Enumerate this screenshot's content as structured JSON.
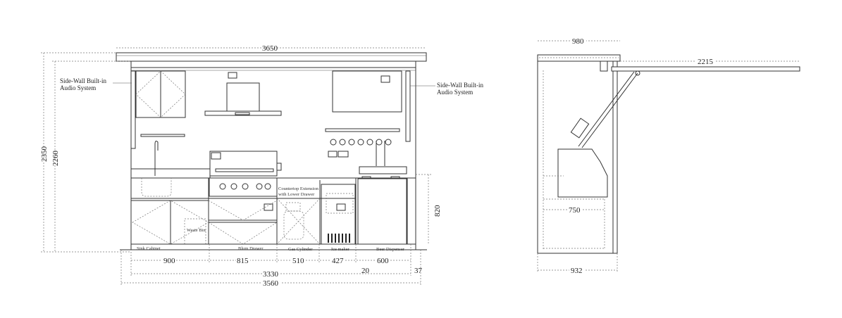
{
  "front_view": {
    "dimensions": {
      "overall_top_width": "3650",
      "total_height": "2350",
      "cabinet_height": "2260",
      "counter_height": "820",
      "sink_cabinet_width": "900",
      "blum_drawer_width": "815",
      "gas_cylinder_width": "510",
      "ice_maker_width": "427",
      "beer_dispenser_width": "600",
      "gap_20": "20",
      "gap_37": "37",
      "inner_width": "3330",
      "outer_width": "3560"
    },
    "labels": {
      "audio_left_line1": "Side-Wall Built-in",
      "audio_left_line2": "Audio System",
      "audio_right_line1": "Side-Wall Built-in",
      "audio_right_line2": "Audio System",
      "countertop_ext_line1": "Countertop Extension",
      "countertop_ext_line2": "with Lower Drawer",
      "waste_bin": "Waste Bin",
      "sink_cabinet": "Sink Cabinet",
      "blum_drawer": "Blum Drawer",
      "gas_cylinder": "Gas Cylinder",
      "ice_maker": "Ice maker",
      "beer_dispenser": "Beer Dispenser"
    }
  },
  "side_view": {
    "dimensions": {
      "top_depth": "980",
      "awning_extension": "2215",
      "counter_depth": "750",
      "base_depth": "932"
    }
  }
}
